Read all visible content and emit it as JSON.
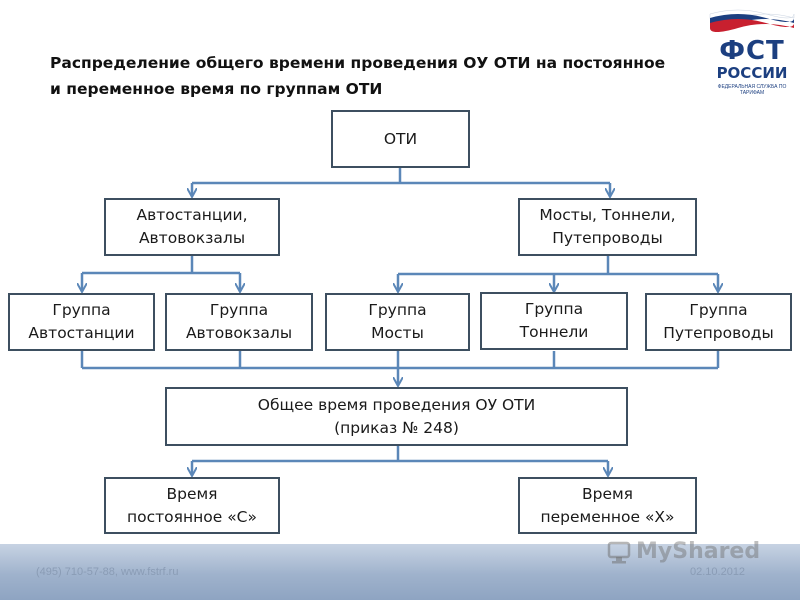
{
  "title": "Распределение общего времени проведения ОУ ОТИ на постоянное и переменное время по группам ОТИ",
  "logo": {
    "fst": "ФСТ",
    "rossii": "РОССИИ",
    "subtitle": "ФЕДЕРАЛЬНАЯ СЛУЖБА ПО ТАРИФАМ"
  },
  "nodes": {
    "oti": "ОТИ",
    "avtostancii_avtovokzaly": "Автостанции,\nАвтовокзалы",
    "mosty_tonneli_puteprovody": "Мосты, Тоннели,\nПутепроводы",
    "gruppa_avtostancii": "Группа\nАвтостанции",
    "gruppa_avtovokzaly": "Группа\nАвтовокзалы",
    "gruppa_mosty": "Группа\nМосты",
    "gruppa_tonneli": "Группа\nТоннели",
    "gruppa_puteprovody": "Группа\nПутепроводы",
    "obshchee_vremya": "Общее время проведения ОУ ОТИ\n(приказ № 248)",
    "vremya_postoyannoe": "Время\nпостоянное «С»",
    "vremya_peremennoe": "Время\nпеременное «Х»"
  },
  "footer": {
    "phone": "(495) 710-57-88, www.fstrf.ru",
    "date": "02.10.2012"
  },
  "watermark": "MyShared",
  "colors": {
    "box_border": "#3d4f60",
    "connector": "#5b87b8",
    "logo_blue": "#1c3f80",
    "logo_red": "#c8202f"
  }
}
